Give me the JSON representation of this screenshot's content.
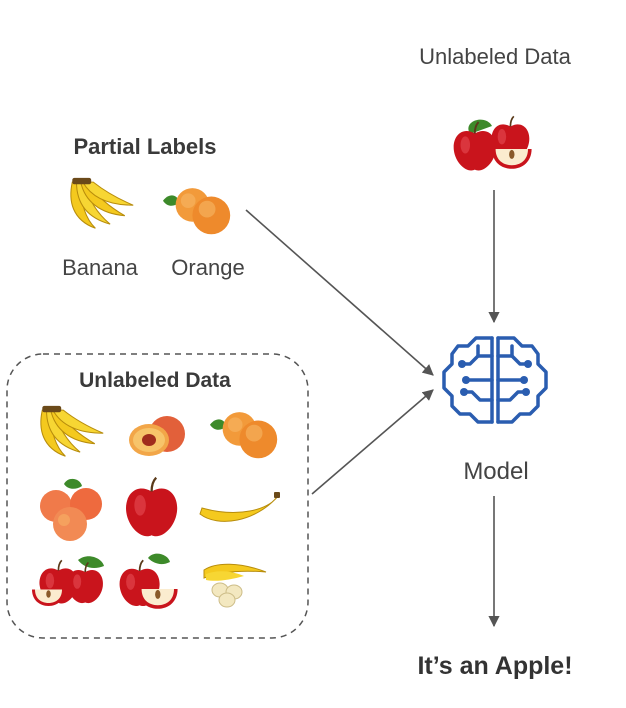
{
  "top": {
    "title": "Unlabeled Data"
  },
  "partial": {
    "title": "Partial Labels",
    "labels": [
      "Banana",
      "Orange"
    ]
  },
  "unlabeled_box": {
    "title": "Unlabeled Data"
  },
  "model": {
    "label": "Model",
    "icon": "brain-circuit-icon",
    "color": "#2a5db0"
  },
  "result": {
    "text": "It’s an Apple!"
  },
  "colors": {
    "arrow": "#555555",
    "dash_border": "#555555",
    "banana": "#f4c91e",
    "orange": "#f29a3a",
    "apple": "#c9141c",
    "peach": "#f07a4a",
    "leaf": "#3d8a2a"
  }
}
